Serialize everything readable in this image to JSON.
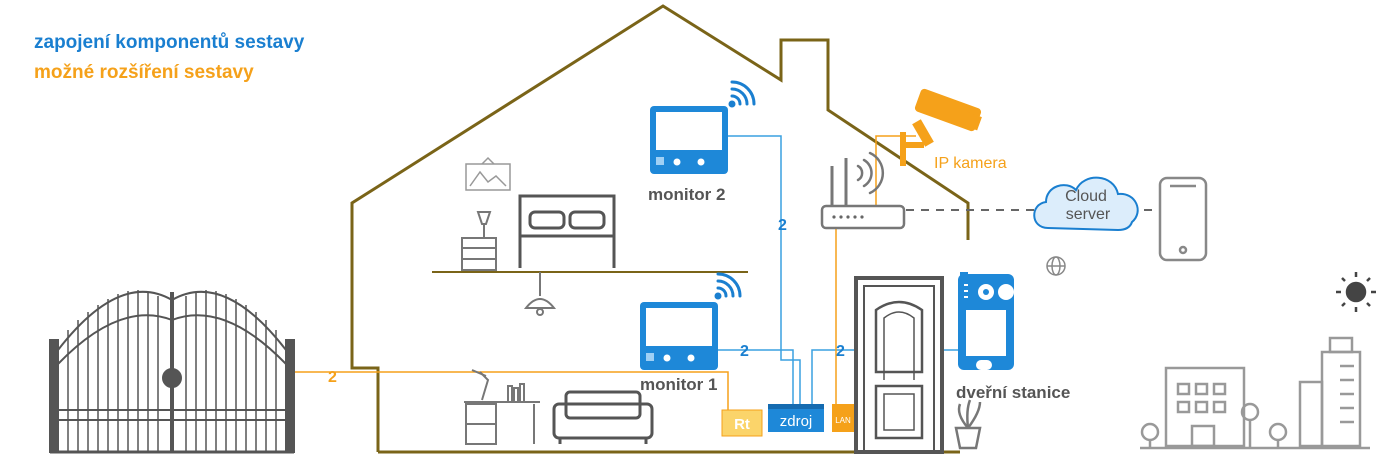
{
  "legend": {
    "blue_label": "zapojení komponentů sestavy",
    "orange_label": "možné rozšíření sestavy"
  },
  "labels": {
    "monitor2": "monitor 2",
    "monitor1": "monitor 1",
    "door_station": "dveřní stanice",
    "ip_camera": "IP kamera",
    "cloud_line1": "Cloud",
    "cloud_line2": "server",
    "power": "zdroj",
    "relay": "Rt",
    "lan": "LAN"
  },
  "wire_counts": {
    "monitor2": "2",
    "monitor1": "2",
    "door_station": "2",
    "gate": "2"
  },
  "colors": {
    "blue": "#1a7fd0",
    "orange": "#f5a11a",
    "house_outline": "#7a6418",
    "gray": "#8a8f96",
    "device_blue": "#1e88d8"
  }
}
